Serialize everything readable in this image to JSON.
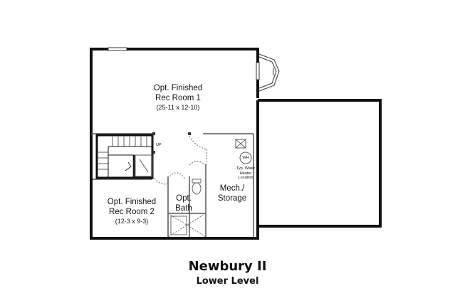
{
  "plan": {
    "name": "Newbury II",
    "level": "Lower Level"
  },
  "rooms": {
    "rec_room_1": {
      "line1": "Opt. Finished",
      "line2": "Rec Room 1",
      "dims": "(25-11 x 12-10)"
    },
    "rec_room_2": {
      "line1": "Opt. Finished",
      "line2": "Rec Room 2",
      "dims": "(12-3 x 9-3)"
    },
    "mech": {
      "line1": "Mech./",
      "line2": "Storage"
    },
    "bath": {
      "line1": "Opt.",
      "line2": "Bath"
    }
  },
  "labels": {
    "water_heater": "WH",
    "water_heater_note": [
      "Typ. Water",
      "Heater",
      "Location"
    ],
    "stair_up": "UP"
  },
  "colors": {
    "wall": "#111111",
    "thin_line": "#333333",
    "dashed": "#666666"
  }
}
